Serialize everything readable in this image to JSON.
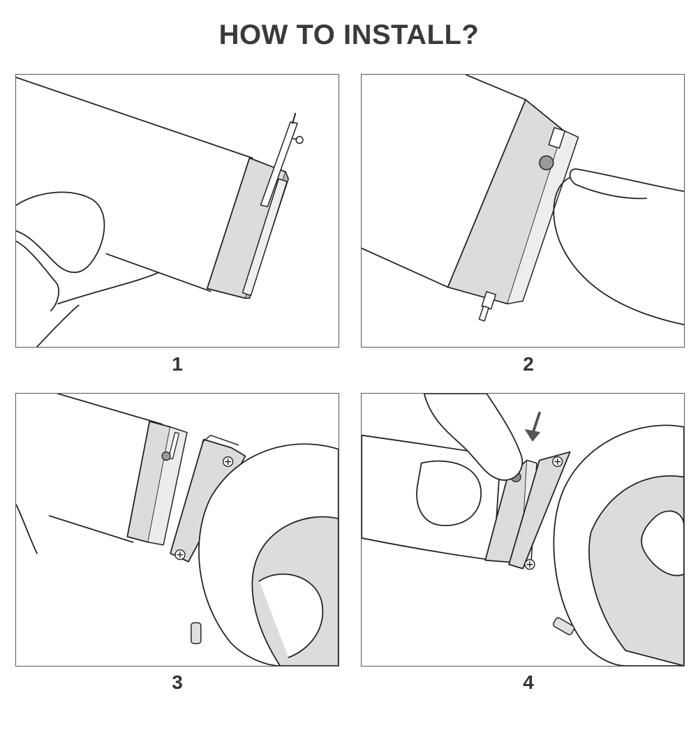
{
  "title": "HOW TO INSTALL?",
  "steps": [
    {
      "number": "1"
    },
    {
      "number": "2"
    },
    {
      "number": "3"
    },
    {
      "number": "4"
    }
  ],
  "colors": {
    "line": "#222222",
    "metal": "#dcdcdc",
    "metal_dark": "#a9a9a9",
    "text": "#3a3a3a"
  },
  "icons": [
    "screw-icon",
    "arrow-down-icon",
    "pin-knob-icon"
  ]
}
